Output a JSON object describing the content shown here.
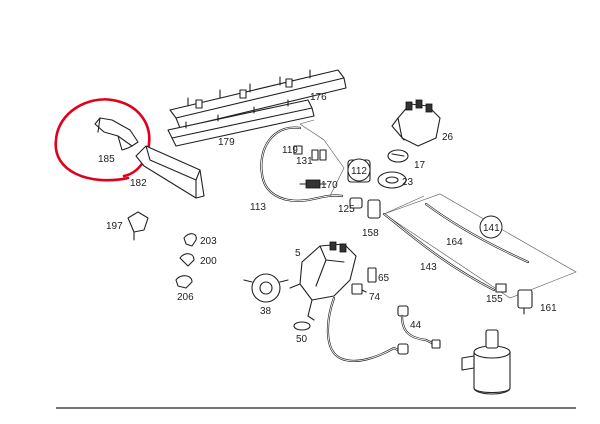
{
  "diagram": {
    "labels": {
      "p176": "176",
      "p179": "179",
      "p185": "185",
      "p182": "182",
      "p26": "26",
      "p17": "17",
      "p23": "23",
      "p119": "119",
      "p131": "131",
      "p170": "170",
      "p112": "112",
      "p113": "113",
      "p125": "125",
      "p158": "158",
      "p164": "164",
      "p141": "141",
      "p143": "143",
      "p155": "155",
      "p161": "161",
      "p197": "197",
      "p203": "203",
      "p200": "200",
      "p206": "206",
      "p5": "5",
      "p38": "38",
      "p65": "65",
      "p74": "74",
      "p50": "50",
      "p44": "44"
    },
    "colors": {
      "line": "#222222",
      "highlight": "#e0001b",
      "background": "#ffffff"
    }
  }
}
